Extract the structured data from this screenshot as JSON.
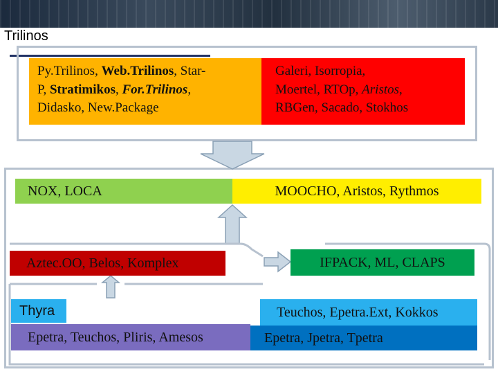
{
  "header": {
    "title": "Trilinos"
  },
  "top_left": {
    "line1": [
      {
        "text": "Py.Trilinos, ",
        "style": "normal"
      },
      {
        "text": "Web.Trilinos",
        "style": "bold"
      },
      {
        "text": ", Star-",
        "style": "normal"
      }
    ],
    "line2": [
      {
        "text": "P, ",
        "style": "normal"
      },
      {
        "text": "Stratimikos",
        "style": "bold"
      },
      {
        "text": ", ",
        "style": "normal"
      },
      {
        "text": "For.Trilinos",
        "style": "bold-italic"
      },
      {
        "text": ",",
        "style": "normal"
      }
    ],
    "line3": [
      {
        "text": "Didasko, New.Package",
        "style": "normal"
      }
    ]
  },
  "top_right": {
    "line1": [
      {
        "text": "Galeri, Isorropia,",
        "style": "normal"
      }
    ],
    "line2": [
      {
        "text": "Moertel, RTOp, ",
        "style": "normal"
      },
      {
        "text": "Aristos",
        "style": "italic"
      },
      {
        "text": ",",
        "style": "normal"
      }
    ],
    "line3": [
      {
        "text": "RBGen, Sacado, Stokhos",
        "style": "normal"
      }
    ]
  },
  "nox": "NOX, LOCA",
  "moocho": "MOOCHO, Aristos, Rythmos",
  "aztec": "Aztec.OO, Belos, Komplex",
  "ifpack": "IFPACK, ML, CLAPS",
  "thyra": "Thyra",
  "teuchos_ext": "Teuchos, Epetra.Ext, Kokkos",
  "epetra_left": "Epetra, Teuchos, Pliris, Amesos",
  "epetra_right": "Epetra, Jpetra, Tpetra",
  "colors": {
    "orange": "#ffb300",
    "red": "#ff0000",
    "green": "#8fd14f",
    "yellow": "#ffee00",
    "darkred": "#c00000",
    "teal_green": "#00a050",
    "light_blue": "#2ab0ee",
    "purple": "#7a6cbf",
    "blue": "#0070c0",
    "arrow_fill": "#c9d7e3",
    "arrow_stroke": "#8aa0b5"
  }
}
